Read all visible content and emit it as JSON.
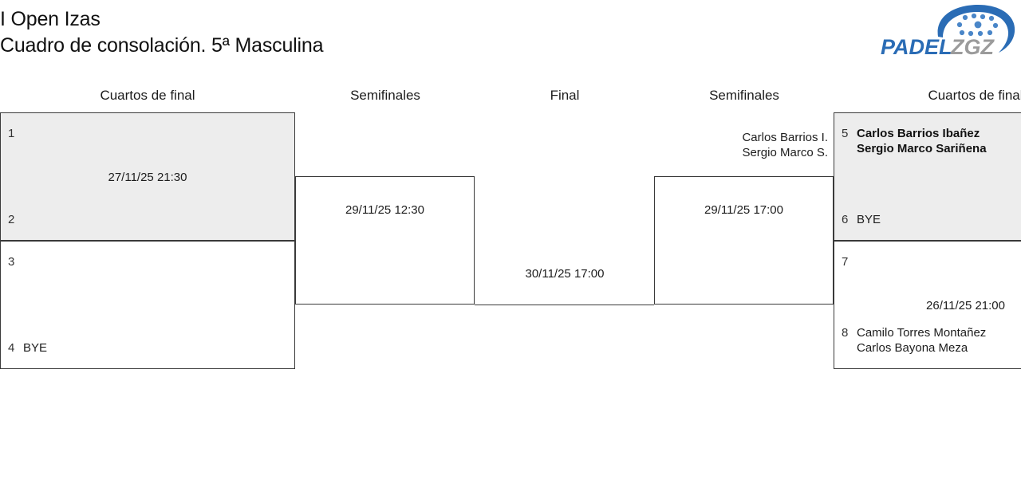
{
  "header": {
    "tournament": "I Open Izas",
    "subtitle": "Cuadro de consolación. 5ª Masculina"
  },
  "logo": {
    "brand_first": "PADEL",
    "brand_second": "ZGZ",
    "blue": "#2a6cb5",
    "gray": "#9b9b9b"
  },
  "rounds": [
    {
      "id": "qf-left",
      "label": "Cuartos de final"
    },
    {
      "id": "sf-left",
      "label": "Semifinales"
    },
    {
      "id": "final",
      "label": "Final"
    },
    {
      "id": "sf-right",
      "label": "Semifinales"
    },
    {
      "id": "qf-right",
      "label": "Cuartos de final"
    }
  ],
  "matches": {
    "qf_left_top": {
      "date": "27/11/25 21:30",
      "top": {
        "seed": "1",
        "line1": "",
        "line2": ""
      },
      "bottom": {
        "seed": "2",
        "line1": "",
        "line2": ""
      }
    },
    "qf_left_bottom": {
      "date": "",
      "top": {
        "seed": "3",
        "line1": "",
        "line2": ""
      },
      "bottom": {
        "seed": "4",
        "line1": "BYE",
        "line2": ""
      }
    },
    "sf_left": {
      "date": "29/11/25 12:30"
    },
    "final": {
      "date": "30/11/25 17:00"
    },
    "sf_right": {
      "date": "29/11/25 17:00",
      "qualified_line1": "Carlos Barrios I.",
      "qualified_line2": "Sergio Marco S."
    },
    "qf_right_top": {
      "date": "",
      "top": {
        "seed": "5",
        "line1": "Carlos Barrios Ibañez",
        "line2": "Sergio Marco Sariñena"
      },
      "bottom": {
        "seed": "6",
        "line1": "BYE",
        "line2": ""
      }
    },
    "qf_right_bottom": {
      "date": "26/11/25 21:00",
      "top": {
        "seed": "7",
        "line1": "",
        "line2": ""
      },
      "bottom": {
        "seed": "8",
        "line1": "Camilo Torres Montañez",
        "line2": "Carlos Bayona Meza"
      }
    }
  }
}
